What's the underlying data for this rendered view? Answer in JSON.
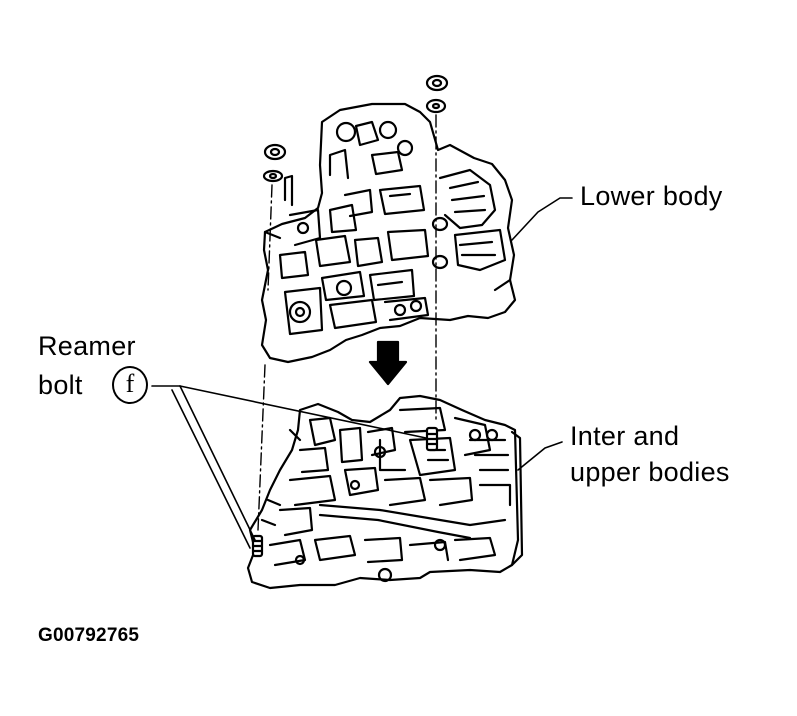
{
  "labels": {
    "lower_body": "Lower body",
    "inter_upper_line1": "Inter and",
    "inter_upper_line2": "upper bodies",
    "reamer_line1": "Reamer",
    "reamer_line2": "bolt",
    "reamer_symbol": "f",
    "figure_code": "G00792765"
  },
  "colors": {
    "ink": "#000000",
    "paper": "#ffffff"
  }
}
